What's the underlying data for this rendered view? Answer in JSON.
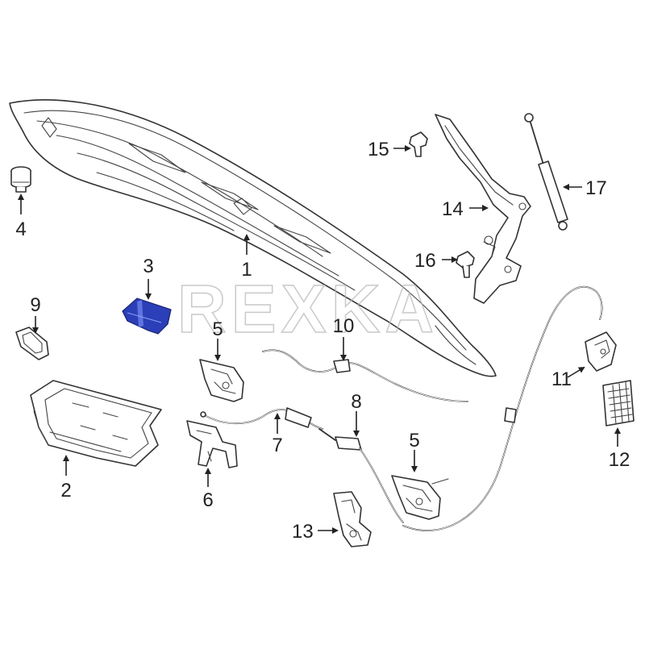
{
  "watermark": "REXKA",
  "highlight_color": "#2a3fb8",
  "callouts": [
    {
      "id": "1",
      "label": "1"
    },
    {
      "id": "2",
      "label": "2"
    },
    {
      "id": "3",
      "label": "3"
    },
    {
      "id": "4",
      "label": "4"
    },
    {
      "id": "5a",
      "label": "5"
    },
    {
      "id": "5b",
      "label": "5"
    },
    {
      "id": "6",
      "label": "6"
    },
    {
      "id": "7",
      "label": "7"
    },
    {
      "id": "8",
      "label": "8"
    },
    {
      "id": "9",
      "label": "9"
    },
    {
      "id": "10",
      "label": "10"
    },
    {
      "id": "11",
      "label": "11"
    },
    {
      "id": "12",
      "label": "12"
    },
    {
      "id": "13",
      "label": "13"
    },
    {
      "id": "14",
      "label": "14"
    },
    {
      "id": "15",
      "label": "15"
    },
    {
      "id": "16",
      "label": "16"
    },
    {
      "id": "17",
      "label": "17"
    }
  ]
}
